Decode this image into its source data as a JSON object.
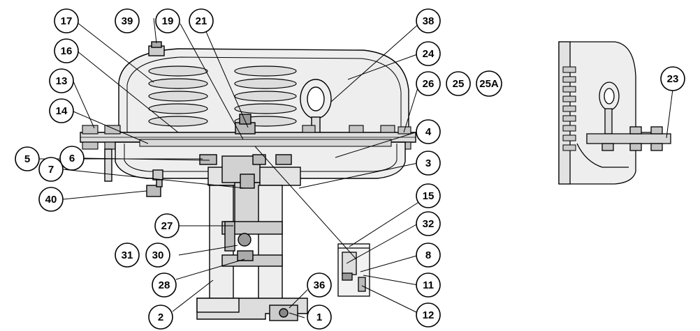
{
  "callouts": {
    "c1": "1",
    "c2": "2",
    "c3": "3",
    "c4": "4",
    "c5": "5",
    "c6": "6",
    "c7": "7",
    "c8": "8",
    "c11": "11",
    "c12": "12",
    "c13": "13",
    "c14": "14",
    "c15": "15",
    "c16": "16",
    "c17": "17",
    "c19": "19",
    "c21": "21",
    "c23": "23",
    "c24": "24",
    "c25": "25",
    "c25a": "25A",
    "c26": "26",
    "c27": "27",
    "c28": "28",
    "c30": "30",
    "c31": "31",
    "c32": "32",
    "c36": "36",
    "c38": "38",
    "c39": "39",
    "c40": "40"
  },
  "colors": {
    "line": "#000000",
    "fill_light": "#eeeeee",
    "fill_mid": "#d0d0d0",
    "fill_dark": "#9a9a9a",
    "background": "#ffffff"
  }
}
